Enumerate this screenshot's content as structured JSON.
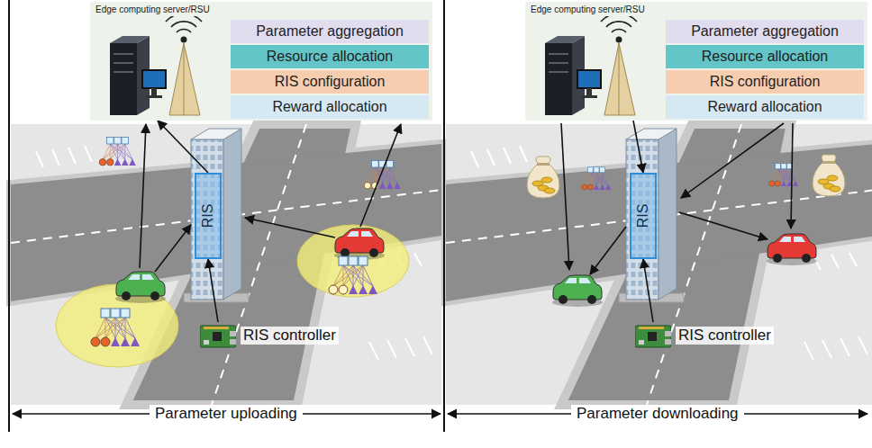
{
  "diagram": {
    "nodes": [
      {
        "text": [
          "Edge computing server/RSU"
        ]
      },
      {
        "text": [
          "Parameter aggregation"
        ],
        "in": 0
      },
      {
        "text": [
          "Resource allocation"
        ],
        "in": 0
      },
      {
        "text": [
          "RIS configuration"
        ],
        "in": 0
      },
      {
        "text": [
          "Reward allocation"
        ],
        "in": 0
      },
      {
        "text": [
          "RIS"
        ]
      },
      {
        "text": [
          "RIS controller"
        ]
      },
      {
        "text": [
          "Edge computing server/RSU"
        ]
      },
      {
        "text": [
          "Parameter aggregation"
        ],
        "in": 7
      },
      {
        "text": [
          "Resource allocation"
        ],
        "in": 7
      },
      {
        "text": [
          "RIS configuration"
        ],
        "in": 7
      },
      {
        "text": [
          "Reward allocation"
        ],
        "in": 7
      },
      {
        "text": [
          "RIS"
        ]
      },
      {
        "text": [
          "RIS controller"
        ]
      }
    ],
    "edges": [
      {
        "from": 5,
        "to": 0,
        "arrow": "to"
      },
      {
        "from": 6,
        "to": 5,
        "arrow": "to"
      },
      {
        "from": 7,
        "to": 12,
        "arrow": "to"
      },
      {
        "from": 13,
        "to": 12,
        "arrow": "to"
      }
    ],
    "labels": [
      "Parameter uploading",
      "Parameter downloading"
    ]
  }
}
